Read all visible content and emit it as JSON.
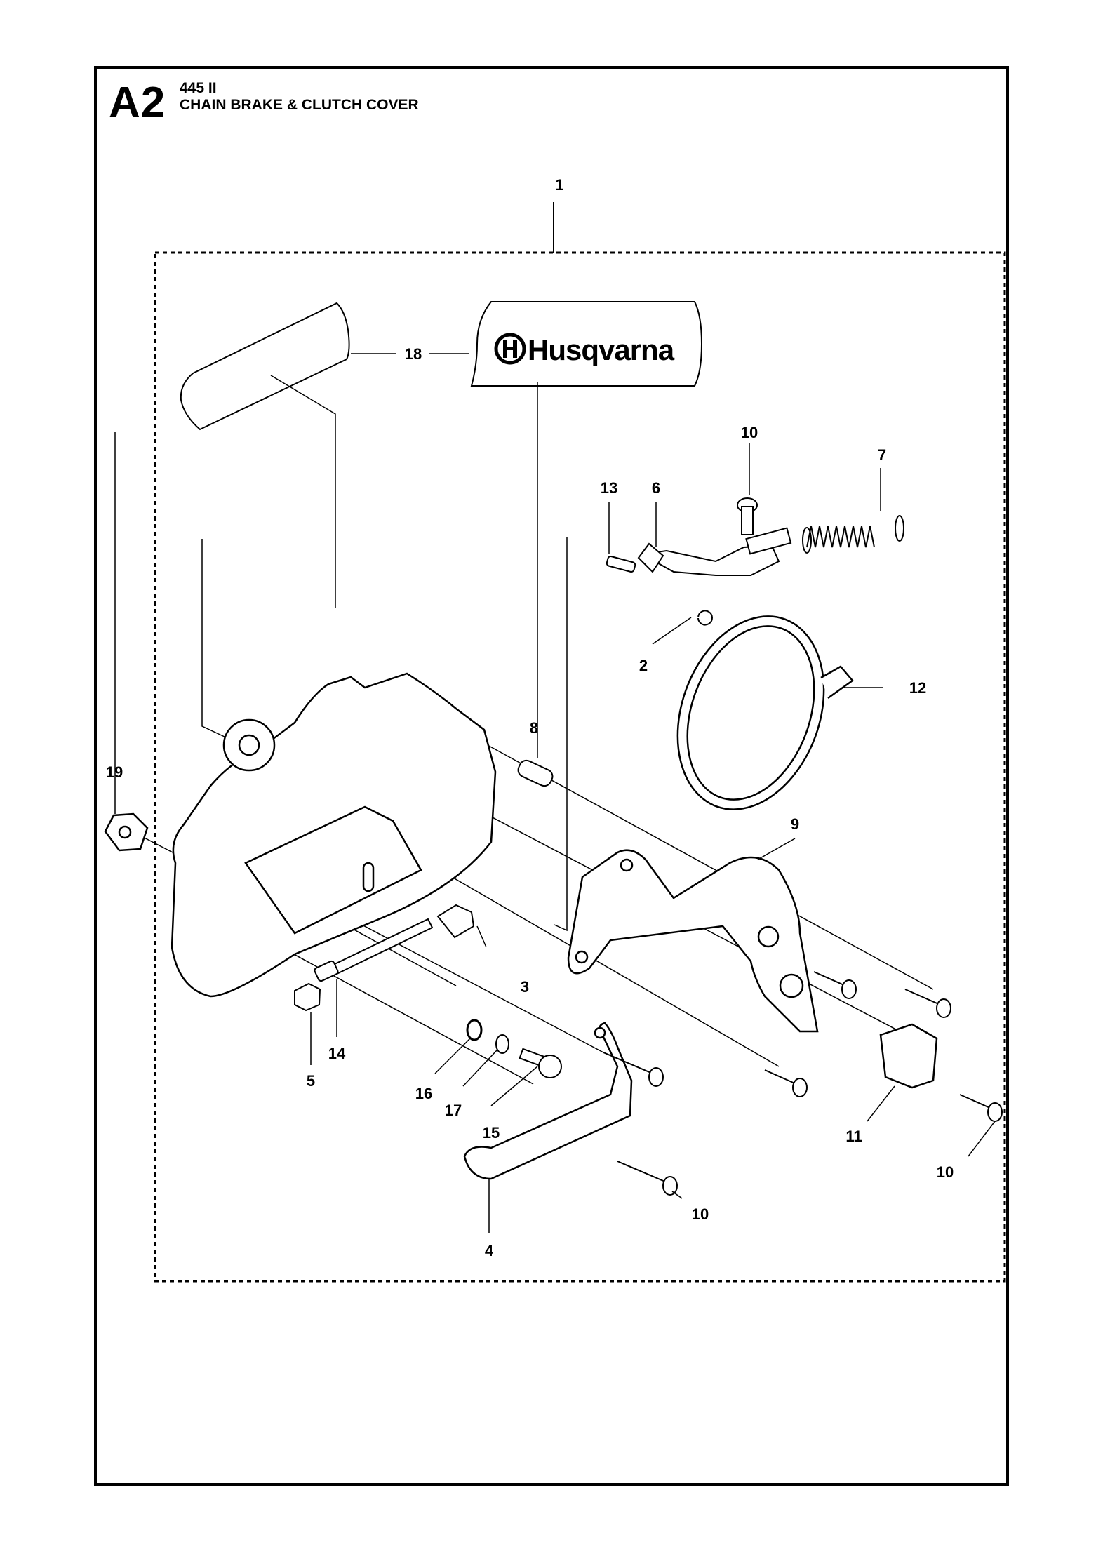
{
  "header": {
    "code": "A2",
    "model": "445 II",
    "section": "CHAIN BRAKE & CLUTCH COVER"
  },
  "decal": {
    "brand": "Husqvarna"
  },
  "callouts": [
    {
      "num": "1"
    },
    {
      "num": "18"
    },
    {
      "num": "10"
    },
    {
      "num": "7"
    },
    {
      "num": "13"
    },
    {
      "num": "6"
    },
    {
      "num": "2"
    },
    {
      "num": "12"
    },
    {
      "num": "8"
    },
    {
      "num": "19"
    },
    {
      "num": "9"
    },
    {
      "num": "3"
    },
    {
      "num": "14"
    },
    {
      "num": "5"
    },
    {
      "num": "16"
    },
    {
      "num": "17"
    },
    {
      "num": "15"
    },
    {
      "num": "11"
    },
    {
      "num": "10"
    },
    {
      "num": "10"
    },
    {
      "num": "4"
    }
  ]
}
